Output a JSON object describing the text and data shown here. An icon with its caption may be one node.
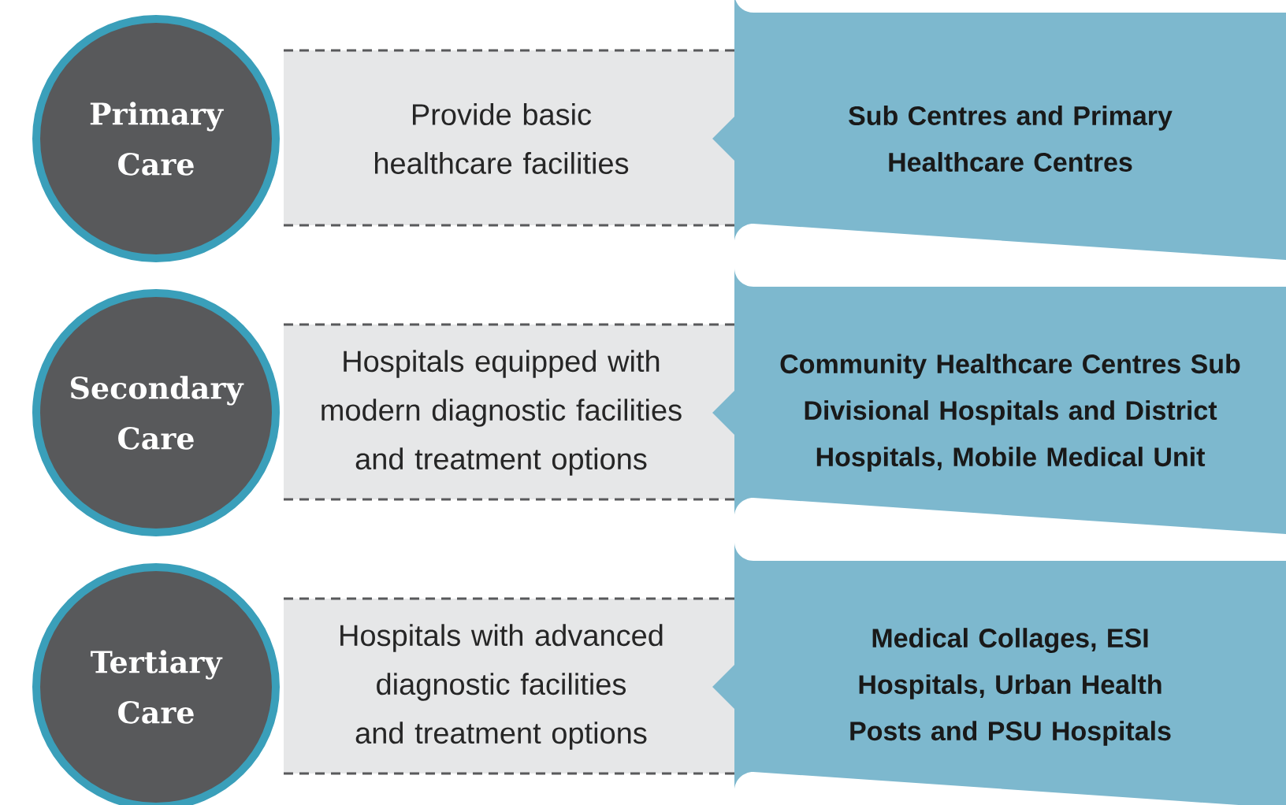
{
  "diagram": {
    "nodes": [
      {
        "text": [
          "Primary Care"
        ]
      },
      {
        "text": [
          "Provide basic healthcare facilities"
        ]
      },
      {
        "text": [
          "Sub Centres and Primary Healthcare Centres"
        ]
      },
      {
        "text": [
          "Secondary Care"
        ]
      },
      {
        "text": [
          "Hospitals equipped with modern diagnostic facilities and treatment options"
        ]
      },
      {
        "text": [
          "Community Healthcare Centres Sub Divisional Hospitals and District Hospitals, Mobile Medical Unit"
        ]
      },
      {
        "text": [
          "Tertiary Care"
        ]
      },
      {
        "text": [
          "Hospitals with advanced diagnostic facilities and treatment options"
        ]
      },
      {
        "text": [
          "Medical Collages, ESI Hospitals, Urban Health Posts and PSU Hospitals"
        ]
      }
    ]
  }
}
